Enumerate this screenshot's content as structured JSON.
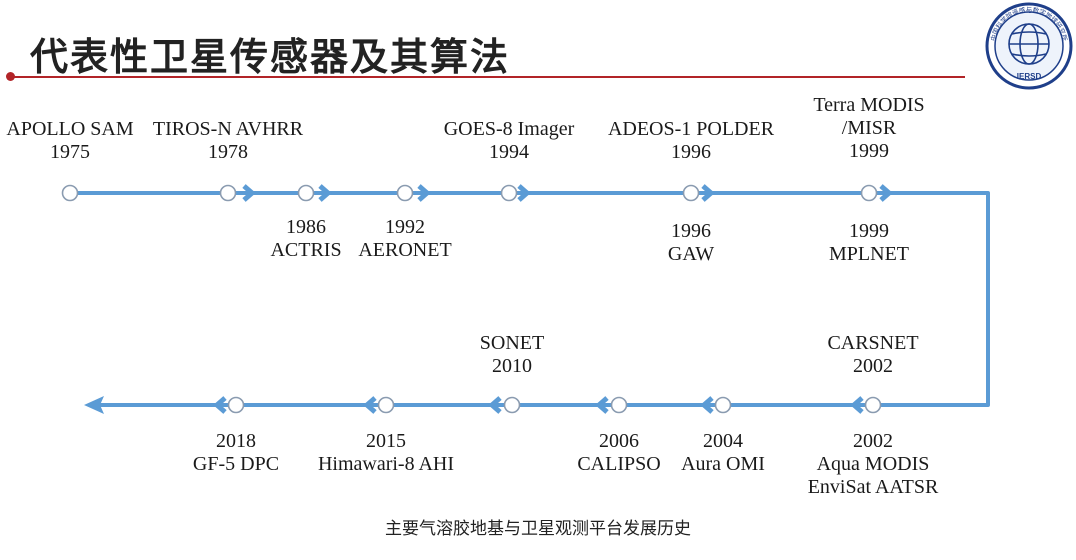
{
  "watermark": "",
  "title": "代表性卫星传感器及其算法",
  "logo": {
    "ring_text": "中国科学院遥感与数字地球研究所",
    "center_text": "IERSD",
    "icon": "globe-seal-icon"
  },
  "timeline": {
    "line_color": "#5b9bd5",
    "upper": [
      {
        "year": "1975",
        "name": "APOLLO SAM",
        "side": "above"
      },
      {
        "year": "1978",
        "name": "TIROS-N AVHRR",
        "side": "above"
      },
      {
        "year": "1986",
        "name": "ACTRIS",
        "side": "below"
      },
      {
        "year": "1992",
        "name": "AERONET",
        "side": "below"
      },
      {
        "year": "1994",
        "name": "GOES-8 Imager",
        "side": "above"
      },
      {
        "year": "1996",
        "name": "ADEOS-1 POLDER",
        "side": "above"
      },
      {
        "year": "1996",
        "name": "GAW",
        "side": "below"
      },
      {
        "year": "1999",
        "name": "Terra MODIS\n/MISR",
        "side": "above"
      },
      {
        "year": "1999",
        "name": "MPLNET",
        "side": "below"
      }
    ],
    "lower": [
      {
        "year": "2002",
        "name": "CARSNET",
        "side": "above"
      },
      {
        "year": "2002",
        "name": "Aqua MODIS\nEnviSat AATSR",
        "side": "below"
      },
      {
        "year": "2004",
        "name": "Aura OMI",
        "side": "below"
      },
      {
        "year": "2006",
        "name": "CALIPSO",
        "side": "below"
      },
      {
        "year": "2010",
        "name": "SONET",
        "side": "above"
      },
      {
        "year": "2015",
        "name": "Himawari-8 AHI",
        "side": "below"
      },
      {
        "year": "2018",
        "name": "GF-5 DPC",
        "side": "below"
      }
    ]
  },
  "caption": "主要气溶胶地基与卫星观测平台发展历史"
}
